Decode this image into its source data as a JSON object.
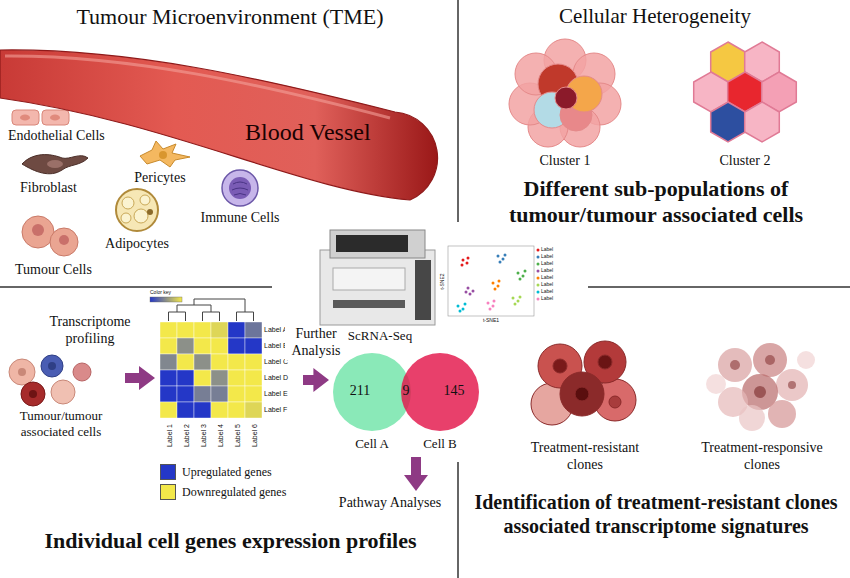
{
  "diagram": {
    "nodes": [
      {
        "text": [
          "Blood Vessel"
        ]
      },
      {
        "text": [
          "Tumour/tumour associated cells"
        ]
      },
      {
        "text": [
          "Label A",
          "Label B",
          "Label C",
          "Label D",
          "Label E",
          "Label F",
          "Label 1",
          "Label 2",
          "Label 3",
          "Label 4",
          "Label 5",
          "Label 6"
        ]
      },
      {
        "text": [
          "211",
          "Cell A"
        ]
      },
      {
        "text": [
          "145",
          "Cell B"
        ]
      },
      {
        "text": [
          "Pathway Analyses"
        ]
      }
    ],
    "edges": [
      {
        "from": 1,
        "to": 2,
        "arrow": "to",
        "label": "Transcriptome profiling"
      },
      {
        "from": 2,
        "to": 3,
        "arrow": "to",
        "label": "Further Analysis"
      },
      {
        "from": 4,
        "to": 5,
        "arrow": "to"
      }
    ],
    "labels": [
      "Tumour Microenvironment (TME)",
      "Endothelial Cells",
      "Pericytes",
      "Fibroblast",
      "Immune Cells",
      "Adipocytes",
      "Tumour Cells",
      "Cellular Heterogeneity",
      "Cluster 1",
      "Cluster 2",
      "Different sub-populations of tumour/tumour associated cells",
      "ScRNA-Seq",
      "t-SNE2",
      "t-SNE1",
      "Label",
      "Label",
      "Label",
      "Label",
      "Label",
      "Label",
      "Label",
      "Label",
      "Color key",
      "9",
      "Treatment-resistant clones",
      "Treatment-responsive clones",
      "Individual cell genes expression profiles",
      "Identification of treatment-resistant clones associated transcriptome signatures"
    ],
    "legend": [
      {
        "text": "Upregulated genes",
        "color": "#2437c7"
      },
      {
        "text": "Downregulated genes",
        "color": "#f3e84a"
      }
    ]
  }
}
